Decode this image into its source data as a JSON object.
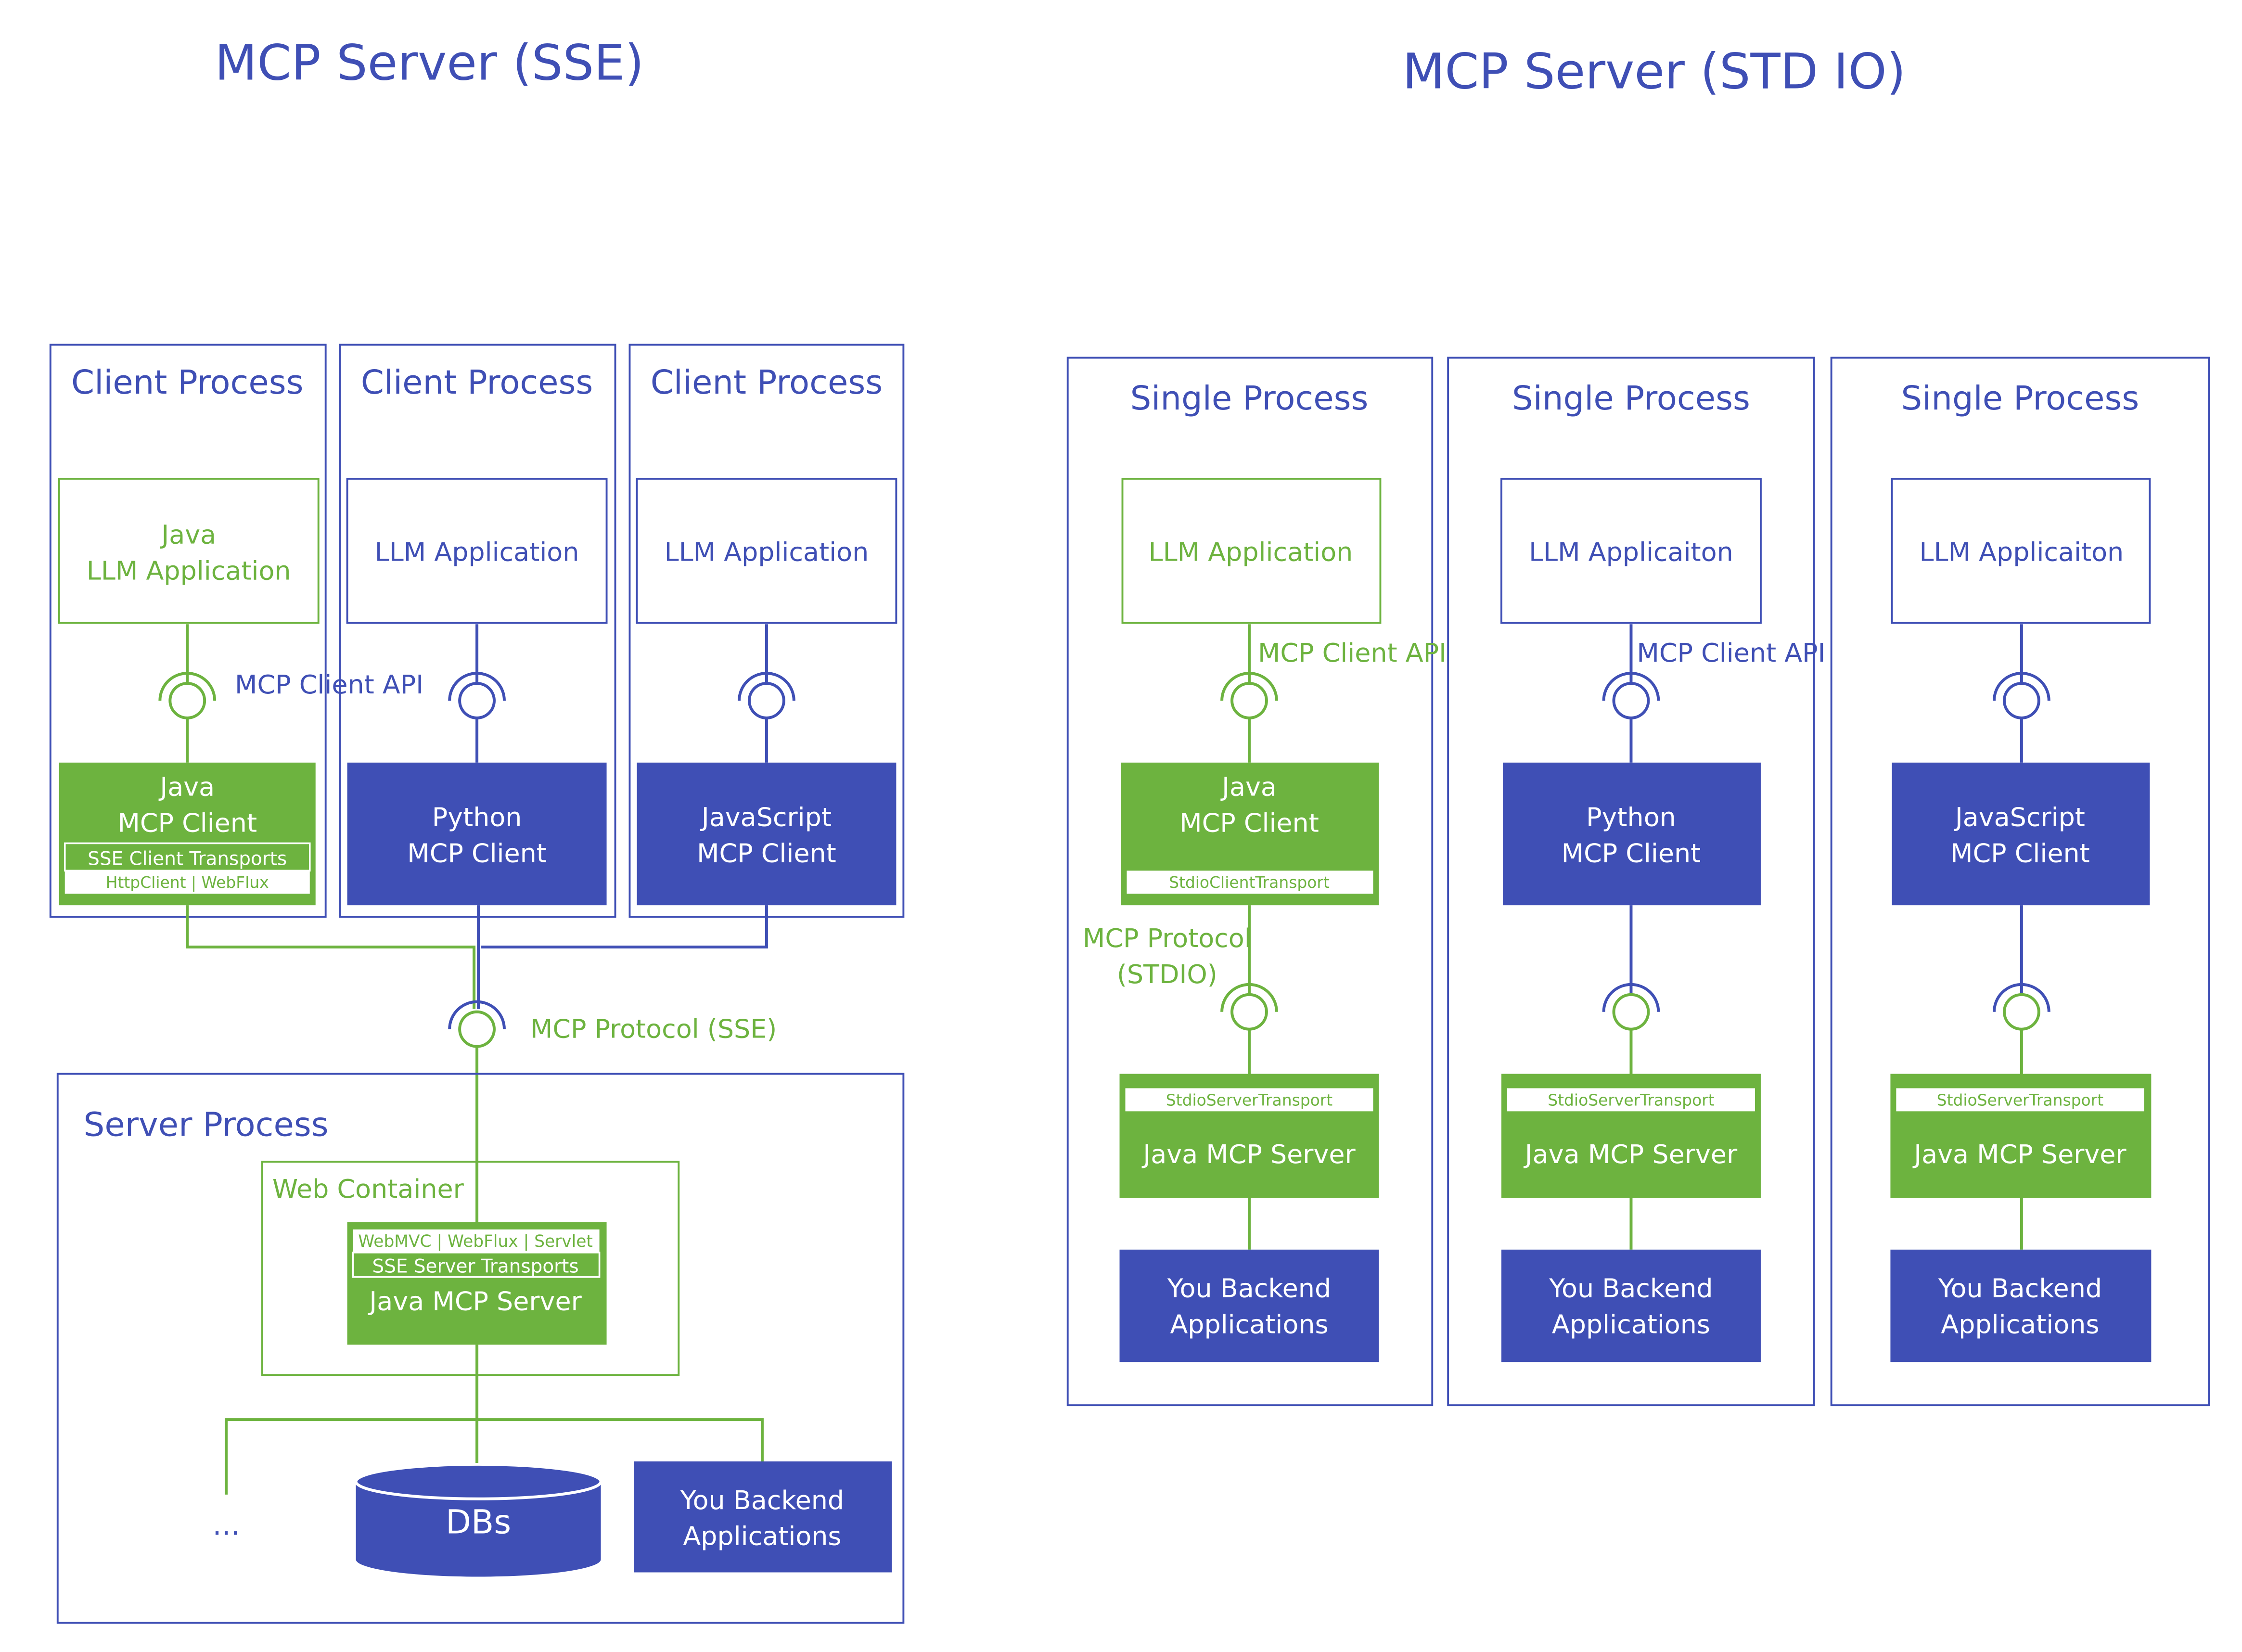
{
  "colors": {
    "blue": "#3f4fb5",
    "green": "#6db33f",
    "text_blue": "#3f4fb5",
    "white": "#ffffff"
  },
  "titles": {
    "sse": "MCP Server (SSE)",
    "stdio": "MCP Server (STD IO)"
  },
  "sse": {
    "client_process_label": "Client Process",
    "java_app_line1": "Java",
    "java_app_line2": "LLM Application",
    "llm_app": "LLM Application",
    "client_api_label": "MCP Client API",
    "java_client_line1": "Java",
    "java_client_line2": "MCP Client",
    "sse_client_transports": "SSE Client Transports",
    "httpclient_webflux": "HttpClient | WebFlux",
    "python_client_line1": "Python",
    "python_client_line2": "MCP Client",
    "js_client_line1": "JavaScript",
    "js_client_line2": "MCP Client",
    "protocol_label": "MCP Protocol (SSE)",
    "server_process_label": "Server Process",
    "web_container_label": "Web Container",
    "webmvc_line": "WebMVC | WebFlux | Servlet",
    "sse_server_transports": "SSE Server Transports",
    "java_mcp_server": "Java MCP Server",
    "ellipsis": "...",
    "dbs": "DBs",
    "backend_line1": "You Backend",
    "backend_line2": "Applications"
  },
  "stdio": {
    "single_process_label": "Single Process",
    "llm_application": "LLM Application",
    "llm_applicaiton": "LLM Applicaiton",
    "client_api_label": "MCP Client API",
    "java_client_line1": "Java",
    "java_client_line2": "MCP Client",
    "stdio_client_transport": "StdioClientTransport",
    "python_client_line1": "Python",
    "python_client_line2": "MCP Client",
    "js_client_line1": "JavaScript",
    "js_client_line2": "MCP Client",
    "protocol_line1": "MCP Protocol",
    "protocol_line2": "(STDIO)",
    "stdio_server_transport": "StdioServerTransport",
    "java_mcp_server": "Java MCP Server",
    "backend_line1": "You Backend",
    "backend_line2": "Applications"
  }
}
